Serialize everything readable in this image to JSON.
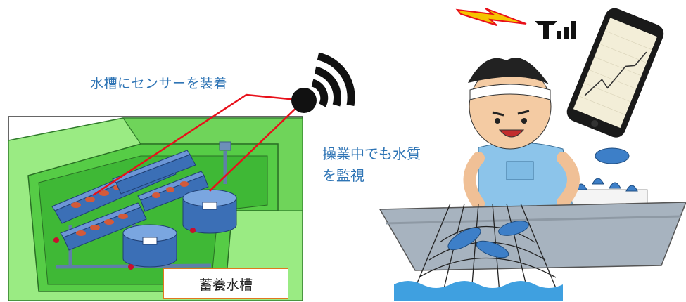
{
  "labels": {
    "sensor": "水槽にセンサーを装着",
    "monitor_line1": "操業中でも水質",
    "monitor_line2": "を監視",
    "tank_caption": "蓄養水槽"
  },
  "colors": {
    "label_text": "#2e74b5",
    "caption_border": "#e0781e",
    "link_line": "#e8101a",
    "facility_green": "#7ee26a",
    "tank_blue": "#3b6fb6",
    "wave_blue": "#3fa0e0"
  },
  "icons": {
    "wifi": "wifi-sensor-icon",
    "antenna": "antenna-signal-icon",
    "lightning": "lightning-bolt-icon",
    "phone": "smartphone-chart-icon"
  }
}
